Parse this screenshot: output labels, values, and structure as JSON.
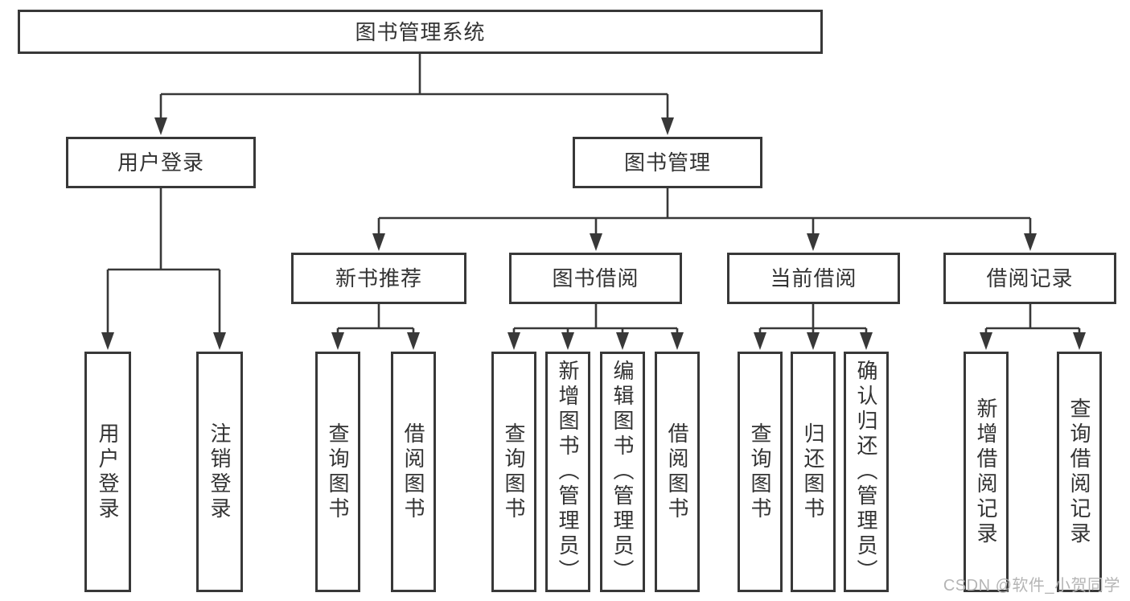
{
  "diagram": {
    "title": "图书管理系统",
    "level2": [
      "用户登录",
      "图书管理"
    ],
    "level3": [
      "新书推荐",
      "图书借阅",
      "当前借阅",
      "借阅记录"
    ],
    "leaves": {
      "user": [
        "用户登录",
        "注销登录"
      ],
      "recommend": [
        "查询图书",
        "借阅图书"
      ],
      "borrow": [
        "查询图书",
        "新增图书（管理员）",
        "编辑图书（管理员）",
        "借阅图书"
      ],
      "current": [
        "查询图书",
        "归还图书",
        "确认归还（管理员）"
      ],
      "records": [
        "新增借阅记录",
        "查询借阅记录"
      ]
    }
  },
  "colors": {
    "line": "#383838",
    "text": "#333333",
    "watermark": "#b5b5b5"
  },
  "watermark": {
    "text": "CSDN @软件_小贺同学"
  }
}
